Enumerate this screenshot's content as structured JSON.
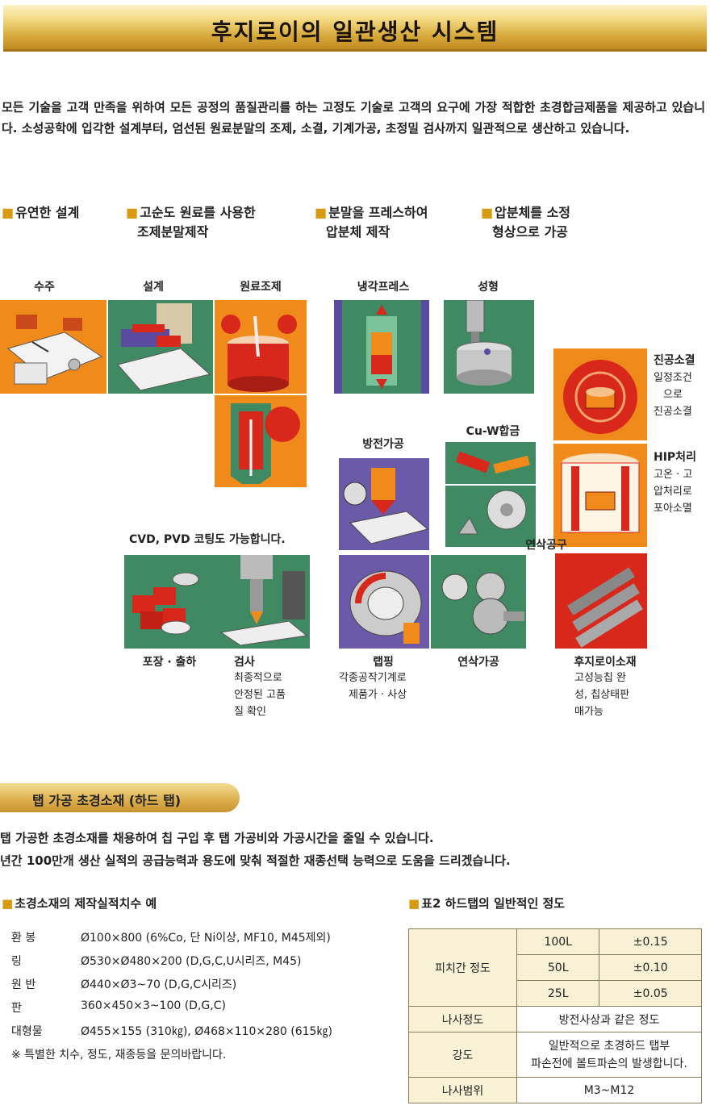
{
  "title": "후지로이의 일관생산 시스템",
  "intro": "모든 기술을 고객 만족을 위하여 모든 공정의 품질관리를 하는 고정도 기술로 고객의 요구에 가장 적합한 초경합금제품을 제공하고 있습니다. 소성공학에 입각한 설계부터, 엄선된 원료분말의 조제, 소결, 기계가공, 초정밀 검사까지 일관적으로 생산하고 있습니다.",
  "bullets": [
    {
      "sq": "■",
      "line1": "유연한 설계",
      "line2": ""
    },
    {
      "sq": "■",
      "line1": "고순도 원료를 사용한",
      "line2": "조제분말제작"
    },
    {
      "sq": "■",
      "line1": "분말을 프레스하여",
      "line2": "압분체 제작"
    },
    {
      "sq": "■",
      "line1": "압분체를 소정",
      "line2": "형상으로 가공"
    }
  ],
  "steps": {
    "order": "수주",
    "design": "설계",
    "material": "원료조제",
    "cold_press": "냉각프레스",
    "forming": "성형",
    "vacuum": "진공소결",
    "vacuum_desc": [
      "일정조건",
      "으로",
      "진공소결"
    ],
    "hip": "HIP처리",
    "hip_desc": [
      "고온 · 고",
      "압처리로",
      "포아소멸"
    ],
    "edm": "방전가공",
    "cuw": "Cu-W합금",
    "grinding_tool": "연삭공구",
    "cvd": "CVD, PVD 코팅도 가능합니다.",
    "packing": "포장 · 출하",
    "inspection": "검사",
    "inspection_desc": [
      "최종적으로",
      "안정된 고품",
      "질 확인"
    ],
    "lapping": "랩핑",
    "lapping_desc": [
      "각종공작기계로",
      "제품가 · 사상"
    ],
    "grinding": "연삭가공",
    "material_end": "후지로이소재",
    "material_end_desc": [
      "고성능칩 완",
      "성, 칩상태판",
      "매가능"
    ]
  },
  "section": {
    "pill": "탭 가공 초경소재 (하드 탭)",
    "line1": "탭 가공한 초경소재를 채용하여 칩 구입 후 탭 가공비와 가공시간을 줄일 수 있습니다.",
    "line2": "년간 100만개 생산 실적의 공급능력과 용도에 맞춰 적절한 재종선택 능력으로 도움을 드리겠습니다."
  },
  "dims": {
    "heading": "초경소재의 제작실적치수 예",
    "rows": [
      {
        "label": "환    봉",
        "value": "Ø100×800 (6%Co, 단 Ni이상,   MF10,   M45제외)"
      },
      {
        "label": "   링",
        "value": "Ø530×Ø480×200 (D,G,C,U시리즈,  M45)"
      },
      {
        "label": "원    반",
        "value": "Ø440×Ø3~70 (D,G,C시리즈)"
      },
      {
        "label": "   판",
        "value": "360×450×3~100 (D,G,C)"
      },
      {
        "label": "대형물",
        "value": "Ø455×155 (310㎏),  Ø468×110×280 (615㎏)"
      }
    ],
    "note": "※ 특별한 치수, 정도, 재종등을 문의바랍니다."
  },
  "table": {
    "heading": "표2 하드탭의 일반적인 정도",
    "pitch_label": "피치간 정도",
    "pitch_rows": [
      {
        "len": "100L",
        "tol": "±0.15"
      },
      {
        "len": "50L",
        "tol": "±0.10"
      },
      {
        "len": "25L",
        "tol": "±0.05"
      }
    ],
    "thread_label": "나사정도",
    "thread_value": "방전사상과 같은 정도",
    "strength_label": "강도",
    "strength_value1": "일반적으로 초경하드 탭부",
    "strength_value2": "파손전에 볼트파손의 발생합니다.",
    "range_label": "나사범위",
    "range_value": "M3~M12"
  },
  "colors": {
    "orange": "#f08a1a",
    "green": "#3f8a63",
    "purple": "#6b5aa8",
    "red": "#d8281c",
    "gold": "#d7a93a"
  }
}
